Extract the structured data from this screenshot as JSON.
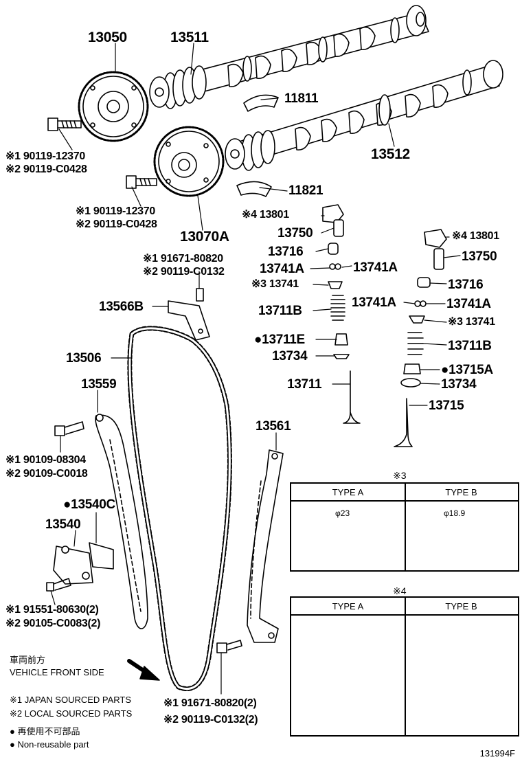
{
  "parts": {
    "p13050": "13050",
    "p13511": "13511",
    "p11811": "11811",
    "p13512": "13512",
    "p11821": "11821",
    "p13070A": "13070A",
    "bolt1_j": "※1 90119-12370",
    "bolt1_l": "※2 90119-C0428",
    "bolt2_j": "※1 90119-12370",
    "bolt2_l": "※2 90119-C0428",
    "p13801_l": "※4 13801",
    "p13750_l": "13750",
    "p13716_l": "13716",
    "p13741A_l1": "13741A",
    "p13741A_l2": "13741A",
    "p13741_l": "※3 13741",
    "p13711B_l": "13711B",
    "p13711E": "●13711E",
    "p13734_l": "13734",
    "p13711": "13711",
    "p13801_r": "※4 13801",
    "p13750_r": "13750",
    "p13716_r": "13716",
    "p13741A_r1": "13741A",
    "p13741A_r2": "13741A",
    "p13741_r": "※3 13741",
    "p13711B_r": "13711B",
    "p13715A": "●13715A",
    "p13734_r": "13734",
    "p13715": "13715",
    "guide_bolt_j": "※1 91671-80820",
    "guide_bolt_l": "※2 90119-C0132",
    "p13566B": "13566B",
    "p13506": "13506",
    "p13559": "13559",
    "slipper_bolt_j": "※1 90109-08304",
    "slipper_bolt_l": "※2 90109-C0018",
    "p13540C": "●13540C",
    "p13540": "13540",
    "tens_bolt_j": "※1 91551-80630(2)",
    "tens_bolt_l": "※2 90105-C0083(2)",
    "p13561": "13561",
    "damper_bolt_j": "※1 91671-80820(2)",
    "damper_bolt_l": "※2 90119-C0132(2)"
  },
  "table3": {
    "title": "※3",
    "type_a": "TYPE A",
    "type_b": "TYPE B",
    "dim_a": "φ23",
    "dim_b": "φ18.9"
  },
  "table4": {
    "title": "※4",
    "type_a": "TYPE A",
    "type_b": "TYPE B"
  },
  "notes": {
    "front_jp": "車両前方",
    "front_en": "VEHICLE FRONT SIDE",
    "japan": "※1 JAPAN SOURCED PARTS",
    "local": "※2 LOCAL SOURCED PARTS",
    "nonreuse_jp": "● 再使用不可部品",
    "nonreuse_en": "● Non-reusable part"
  },
  "figure_id": "131994F"
}
